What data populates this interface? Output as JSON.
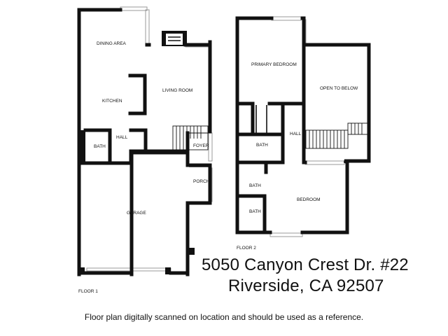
{
  "floor1": {
    "label": "FLOOR 1",
    "rooms": {
      "dining_area": "DINING AREA",
      "kitchen": "KITCHEN",
      "living_room": "LIVING ROOM",
      "hall": "HALL",
      "bath": "BATH",
      "foyer": "FOYER",
      "porch": "PORCH",
      "garage": "GARAGE"
    }
  },
  "floor2": {
    "label": "FLOOR 2",
    "rooms": {
      "primary_bedroom": "PRIMARY BEDROOM",
      "open_to_below": "OPEN TO BELOW",
      "hall": "HALL",
      "bath_upper": "BATH",
      "bath_middle": "BATH",
      "bath_lower": "BATH",
      "bedroom": "BEDROOM"
    }
  },
  "address": {
    "line1": "5050 Canyon Crest Dr. #22",
    "line2": "Riverside, CA 92507"
  },
  "disclaimer": "Floor plan digitally scanned on location and should be used as a reference."
}
